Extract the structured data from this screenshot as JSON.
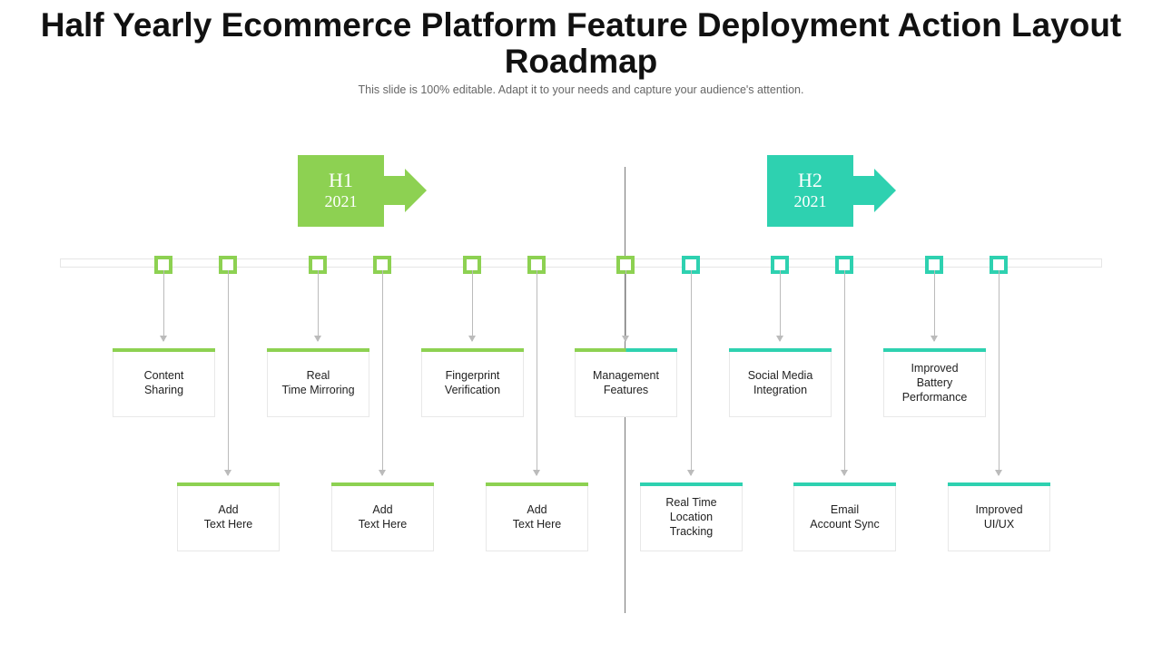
{
  "title": "Half Yearly Ecommerce Platform Feature Deployment Action Layout Roadmap",
  "subtitle": "This slide is 100% editable. Adapt it to your needs and capture your audience's attention.",
  "colors": {
    "h1": "#8dd152",
    "h2": "#2ed1b0",
    "connector": "#bbbbbb",
    "divider": "#777777"
  },
  "halves": [
    {
      "label": "H1",
      "year": "2021"
    },
    {
      "label": "H2",
      "year": "2021"
    }
  ],
  "items": [
    {
      "text": "Content\nSharing",
      "half": "h1",
      "row": "top"
    },
    {
      "text": "Add\nText Here",
      "half": "h1",
      "row": "bottom"
    },
    {
      "text": "Real\nTime Mirroring",
      "half": "h1",
      "row": "top"
    },
    {
      "text": "Add\nText Here",
      "half": "h1",
      "row": "bottom"
    },
    {
      "text": "Fingerprint\nVerification",
      "half": "h1",
      "row": "top"
    },
    {
      "text": "Add\nText Here",
      "half": "h1",
      "row": "bottom"
    },
    {
      "text": "Management\nFeatures",
      "half": "both",
      "row": "top"
    },
    {
      "text": "Real Time\nLocation\nTracking",
      "half": "h2",
      "row": "bottom"
    },
    {
      "text": "Social Media\nIntegration",
      "half": "h2",
      "row": "top"
    },
    {
      "text": "Email\nAccount Sync",
      "half": "h2",
      "row": "bottom"
    },
    {
      "text": "Improved\nBattery\nPerformance",
      "half": "h2",
      "row": "top"
    },
    {
      "text": "Improved\nUI/UX",
      "half": "h2",
      "row": "bottom"
    }
  ]
}
